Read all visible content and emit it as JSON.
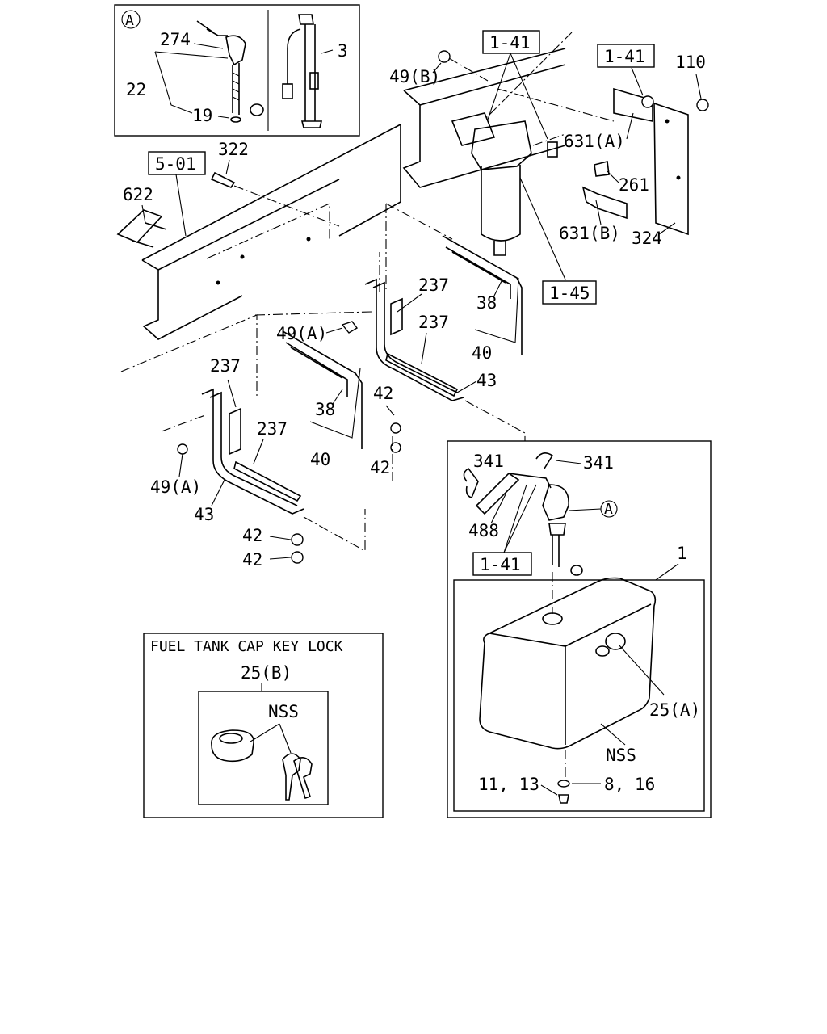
{
  "callouts": {
    "detail_a_symbol": "A",
    "detail_a_274": "274",
    "detail_a_22": "22",
    "detail_a_19": "19",
    "detail_a_3": "3",
    "ref_1_41_top": "1-41",
    "ref_1_41_right": "1-41",
    "p_49b": "49(B)",
    "p_110": "110",
    "p_631a": "631(A)",
    "p_261": "261",
    "p_631b": "631(B)",
    "p_324": "324",
    "ref_1_45": "1-45",
    "ref_5_01": "5-01",
    "p_322": "322",
    "p_622": "622",
    "p_237_a": "237",
    "p_237_b": "237",
    "p_38_right": "38",
    "p_40_right": "40",
    "p_49a_mid": "49(A)",
    "p_43_right": "43",
    "p_42_mid": "42",
    "p_42_mid2": "42",
    "p_237_c": "237",
    "p_237_d": "237",
    "p_38_left": "38",
    "p_40_left": "40",
    "p_49a_left": "49(A)",
    "p_43_left": "43",
    "p_42_low1": "42",
    "p_42_low2": "42"
  },
  "tank_detail": {
    "p_341_left": "341",
    "p_341_right": "341",
    "circled_a": "A",
    "p_488": "488",
    "ref_1_41": "1-41",
    "p_1": "1",
    "p_25a": "25(A)",
    "nss": "NSS",
    "p_11_13": "11, 13",
    "p_8_16": "8, 16"
  },
  "key_lock_box": {
    "title": "FUEL TANK CAP KEY LOCK",
    "part_25b": "25(B)",
    "nss": "NSS"
  }
}
